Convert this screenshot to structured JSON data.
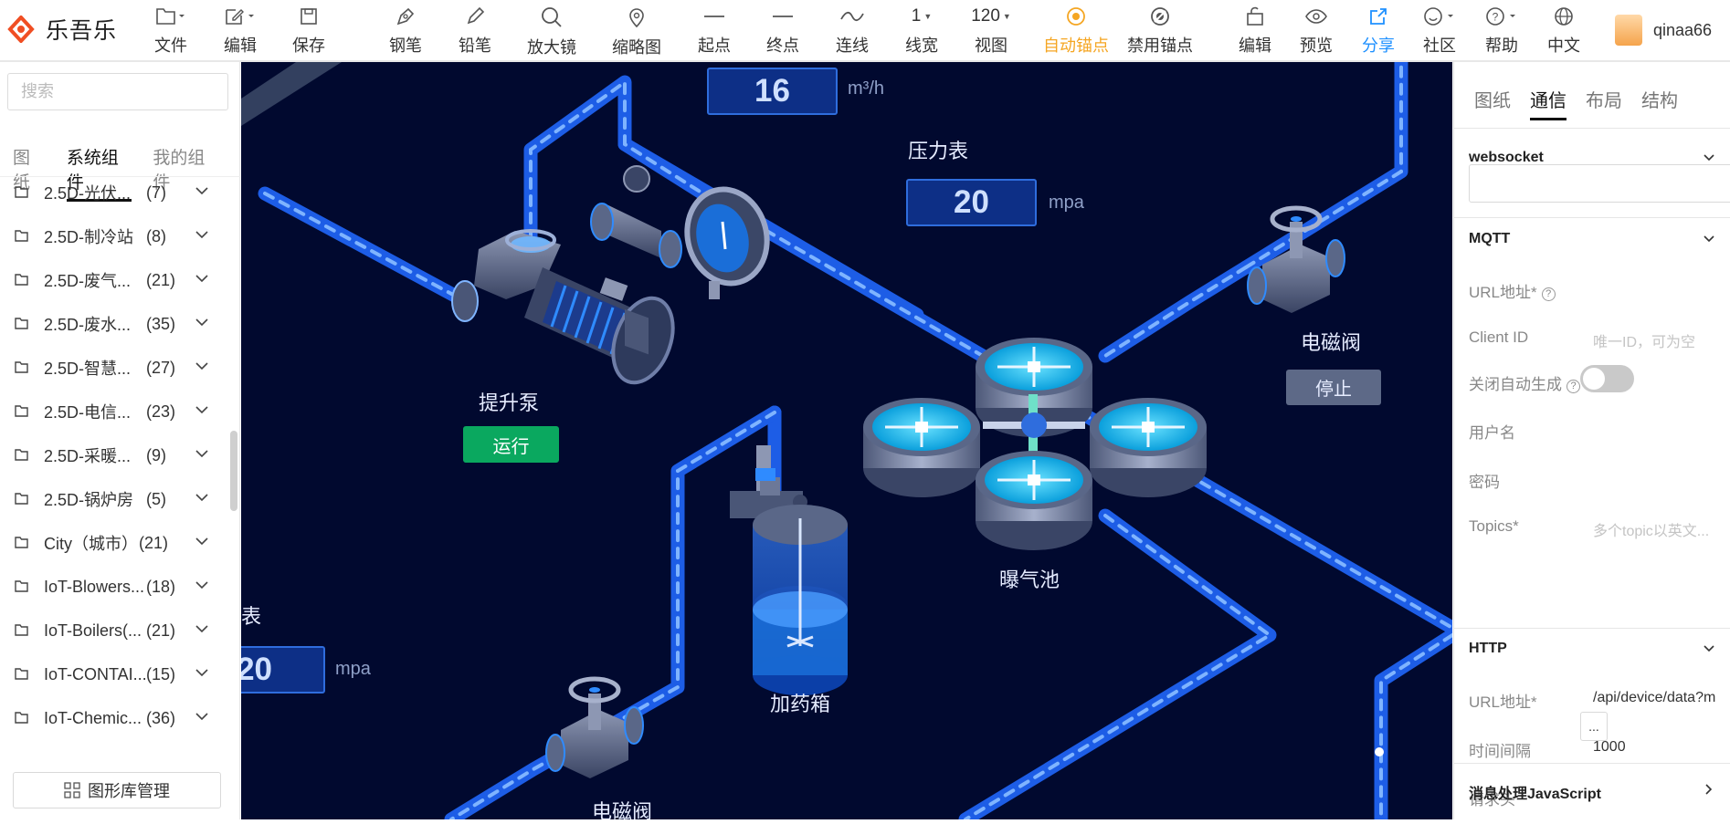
{
  "app": {
    "logo_text": "乐吾乐"
  },
  "toolbar": {
    "file": "文件",
    "edit": "编辑",
    "save": "保存",
    "pen": "钢笔",
    "pencil": "铅笔",
    "magnifier": "放大镜",
    "thumbnail": "缩略图",
    "start_point": "起点",
    "end_point": "终点",
    "connect_line": "连线",
    "line_width_value": "1",
    "line_width": "线宽",
    "zoom_value": "120",
    "view": "视图",
    "auto_anchor": "自动锚点",
    "disable_anchor": "禁用锚点",
    "edit2": "编辑",
    "preview": "预览",
    "share": "分享",
    "community": "社区",
    "help": "帮助",
    "language": "中文",
    "username": "qinaa66"
  },
  "left_panel": {
    "search_placeholder": "搜索",
    "tabs": [
      "图纸",
      "系统组件",
      "我的组件"
    ],
    "active_tab": "系统组件",
    "categories": [
      {
        "name": "2.5D-光伏...",
        "count": "(7)"
      },
      {
        "name": "2.5D-制冷站",
        "count": "(8)"
      },
      {
        "name": "2.5D-废气...",
        "count": "(21)"
      },
      {
        "name": "2.5D-废水...",
        "count": "(35)"
      },
      {
        "name": "2.5D-智慧...",
        "count": "(27)"
      },
      {
        "name": "2.5D-电信...",
        "count": "(23)"
      },
      {
        "name": "2.5D-采暖...",
        "count": "(9)"
      },
      {
        "name": "2.5D-锅炉房",
        "count": "(5)"
      },
      {
        "name": "City（城市）",
        "count": "(21)"
      },
      {
        "name": "IoT-Blowers...",
        "count": "(18)"
      },
      {
        "name": "IoT-Boilers(...",
        "count": "(21)"
      },
      {
        "name": "IoT-CONTAI...",
        "count": "(15)"
      },
      {
        "name": "IoT-Chemic...",
        "count": "(36)"
      }
    ],
    "library_button": "图形库管理"
  },
  "canvas": {
    "flow_value": "16",
    "flow_unit": "m³/h",
    "pressure_title": "压力表",
    "pressure_value": "20",
    "pressure_unit": "mpa",
    "pump_label": "提升泵",
    "pump_status": "运行",
    "valve_right_label": "电磁阀",
    "valve_right_status": "停止",
    "aeration_label": "曝气池",
    "dosing_label": "加药箱",
    "left_title_partial": "表",
    "left_value": "20",
    "left_unit": "mpa",
    "valve_bottom_label": "电磁阀",
    "colors": {
      "background": "#01092f",
      "pipe": "#1c5fe6",
      "run": "#0aa85f",
      "stop": "#5d6987",
      "water": "#1ec8ff"
    }
  },
  "right_panel": {
    "tabs": [
      "图纸",
      "通信",
      "布局",
      "结构"
    ],
    "active_tab": "通信",
    "websocket": {
      "title": "websocket",
      "value": ""
    },
    "mqtt": {
      "title": "MQTT",
      "url_label": "URL地址*",
      "client_id_label": "Client ID",
      "client_id_placeholder": "唯一ID，可为空",
      "auto_gen_label": "关闭自动生成",
      "auto_gen_on": false,
      "username_label": "用户名",
      "password_label": "密码",
      "topics_label": "Topics*",
      "topics_placeholder": "多个topic以英文..."
    },
    "http": {
      "title": "HTTP",
      "url_label": "URL地址*",
      "url_value": "/api/device/data?m",
      "interval_label": "时间间隔",
      "interval_value": "1000",
      "headers_label": "请求头",
      "headers_button": "..."
    },
    "js_section": "消息处理JavaScript"
  }
}
